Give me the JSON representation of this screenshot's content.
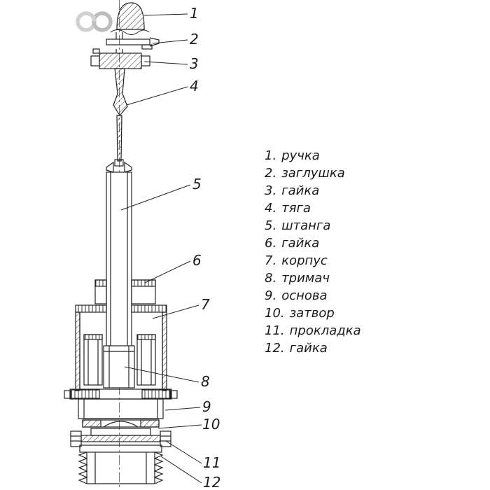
{
  "logo": {
    "name": "interlocked-rings-logo"
  },
  "callouts": [
    "1",
    "2",
    "3",
    "4",
    "5",
    "6",
    "7",
    "8",
    "9",
    "10",
    "11",
    "12"
  ],
  "legend": {
    "items": [
      {
        "number": "1.",
        "label": "ручка"
      },
      {
        "number": "2.",
        "label": "заглушка"
      },
      {
        "number": "3.",
        "label": "гайка"
      },
      {
        "number": "4.",
        "label": "тяга"
      },
      {
        "number": "5.",
        "label": "штанга"
      },
      {
        "number": "6.",
        "label": "гайка"
      },
      {
        "number": "7.",
        "label": "корпус"
      },
      {
        "number": "8.",
        "label": "тримач"
      },
      {
        "number": "9.",
        "label": "основа"
      },
      {
        "number": "10.",
        "label": "затвор"
      },
      {
        "number": "11.",
        "label": "прокладка"
      },
      {
        "number": "12.",
        "label": "гайка"
      }
    ]
  },
  "colors": {
    "line": "#222222",
    "centerline": "#555555",
    "logo_light": "#d0d0d0",
    "logo_dark": "#bdbdbd"
  }
}
